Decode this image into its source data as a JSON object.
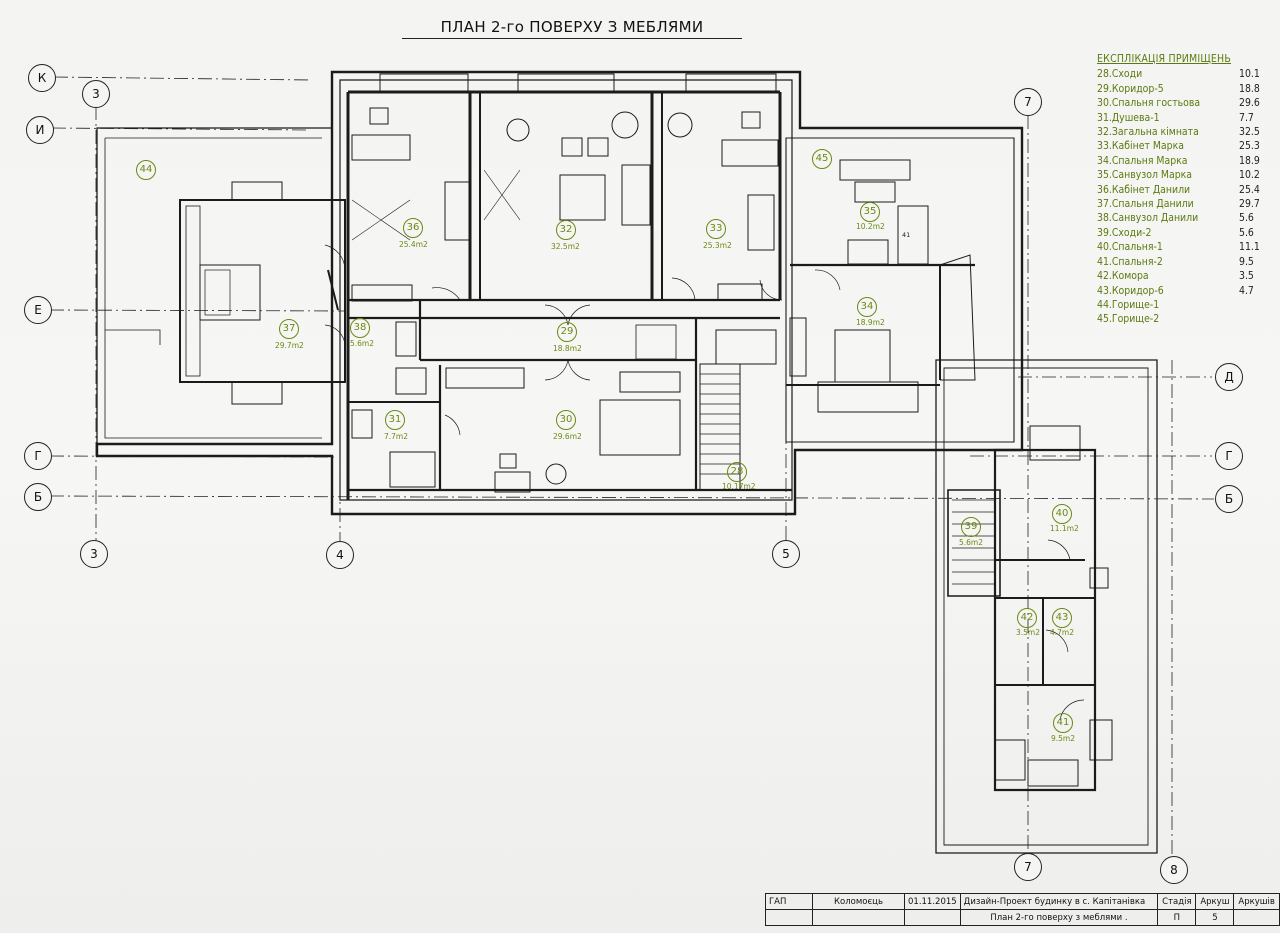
{
  "title": "ПЛАН 2-го ПОВЕРХУ  З МЕБЛЯМИ",
  "legend": {
    "heading": "ЕКСПЛІКАЦІЯ ПРИМІЩЕНЬ",
    "items": [
      {
        "label": "28.Сходи",
        "area": "10.1"
      },
      {
        "label": "29.Коридор-5",
        "area": "18.8"
      },
      {
        "label": "30.Спальня гостьова",
        "area": "29.6"
      },
      {
        "label": "31.Душева-1",
        "area": "7.7"
      },
      {
        "label": "32.Загальна кімната",
        "area": "32.5"
      },
      {
        "label": "33.Кабінет Марка",
        "area": "25.3"
      },
      {
        "label": "34.Спальня Марка",
        "area": "18.9"
      },
      {
        "label": "35.Санвузол Марка",
        "area": "10.2"
      },
      {
        "label": "36.Кабінет Данили",
        "area": "25.4"
      },
      {
        "label": "37.Спальня Данили",
        "area": "29.7"
      },
      {
        "label": "38.Санвузол Данили",
        "area": "5.6"
      },
      {
        "label": "39.Сходи-2",
        "area": "5.6"
      },
      {
        "label": "40.Спальня-1",
        "area": "11.1"
      },
      {
        "label": "41.Спальня-2",
        "area": "9.5"
      },
      {
        "label": "42.Комора",
        "area": "3.5"
      },
      {
        "label": "43.Коридор-6",
        "area": "4.7"
      },
      {
        "label": "44.Горище-1",
        "area": ""
      },
      {
        "label": "45.Горище-2",
        "area": ""
      }
    ]
  },
  "rooms": [
    {
      "no": "44",
      "area": ""
    },
    {
      "no": "45",
      "area": ""
    },
    {
      "no": "36",
      "area": "25.4m2"
    },
    {
      "no": "32",
      "area": "32.5m2"
    },
    {
      "no": "33",
      "area": "25.3m2"
    },
    {
      "no": "35",
      "area": "10.2m2"
    },
    {
      "no": "34",
      "area": "18.9m2"
    },
    {
      "no": "37",
      "area": "29.7m2"
    },
    {
      "no": "38",
      "area": "5.6m2"
    },
    {
      "no": "29",
      "area": "18.8m2"
    },
    {
      "no": "31",
      "area": "7.7m2"
    },
    {
      "no": "30",
      "area": "29.6m2"
    },
    {
      "no": "28",
      "area": "10.17m2"
    },
    {
      "no": "39",
      "area": "5.6m2"
    },
    {
      "no": "40",
      "area": "11.1m2"
    },
    {
      "no": "42",
      "area": "3.5m2"
    },
    {
      "no": "43",
      "area": "4.7m2"
    },
    {
      "no": "41",
      "area": "9.5m2"
    }
  ],
  "axes": {
    "k": "К",
    "i": "И",
    "ye": "Е",
    "h_left": "Г",
    "b_left": "Б",
    "d_right": "Д",
    "h_right": "Г",
    "b_right": "Б",
    "n3_top": "3",
    "n3_bottom": "3",
    "n4": "4",
    "n5": "5",
    "n7_top": "7",
    "n7_bottom": "7",
    "n8": "8"
  },
  "misc": {
    "shower_mark": "41"
  },
  "stamp": {
    "role": "ГАП",
    "name": "Коломоєць",
    "date": "01.11.2015",
    "project": "Дизайн-Проект будинку в с. Капітанівка",
    "sheet_title": "План 2-го поверху з меблями .",
    "stage_label": "Стадія",
    "stage": "П",
    "sheet_label": "Аркуш",
    "sheet": "5",
    "sheets_label": "Аркушів",
    "sheets": ""
  }
}
